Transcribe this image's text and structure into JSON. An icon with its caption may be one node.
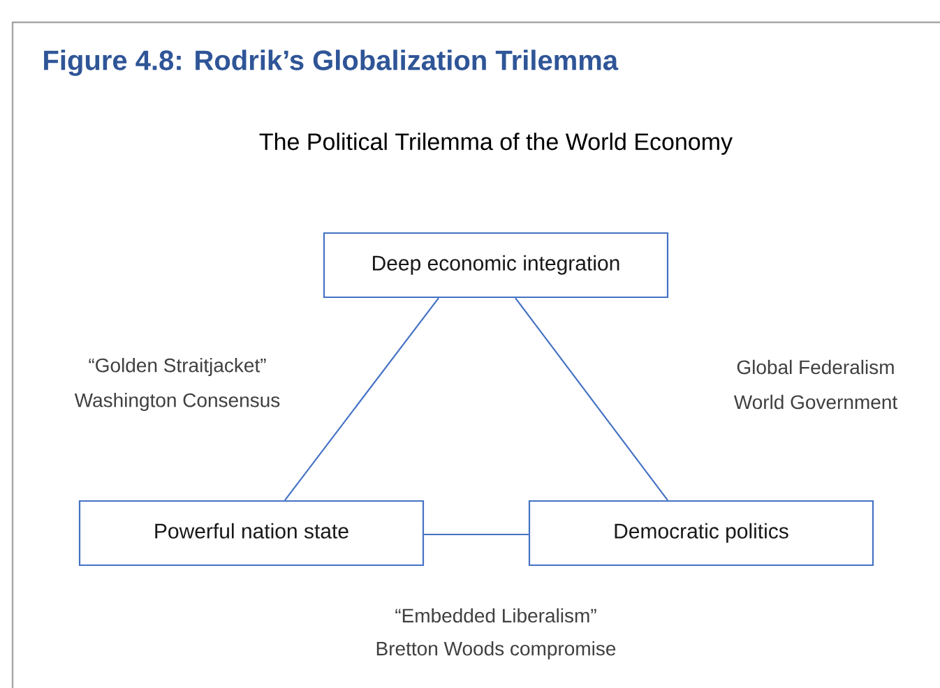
{
  "diagram": {
    "title": "Figure 4.8: Rodrik’s Globalization Trilemma",
    "nodes": [
      {
        "text": [
          "Deep economic integration"
        ]
      },
      {
        "text": [
          "Powerful nation state"
        ]
      },
      {
        "text": [
          "Democratic politics"
        ]
      }
    ],
    "edges": [
      {
        "from": 0,
        "to": 1,
        "arrow": "none"
      },
      {
        "from": 0,
        "to": 2,
        "arrow": "none"
      },
      {
        "from": 1,
        "to": 2,
        "arrow": "none"
      }
    ],
    "labels": [
      "The Political Trilemma of the World Economy",
      "“Golden Straitjacket”",
      "Washington Consensus",
      "Global Federalism",
      "World Government",
      "“Embedded Liberalism”",
      "Bretton Woods compromise"
    ]
  }
}
